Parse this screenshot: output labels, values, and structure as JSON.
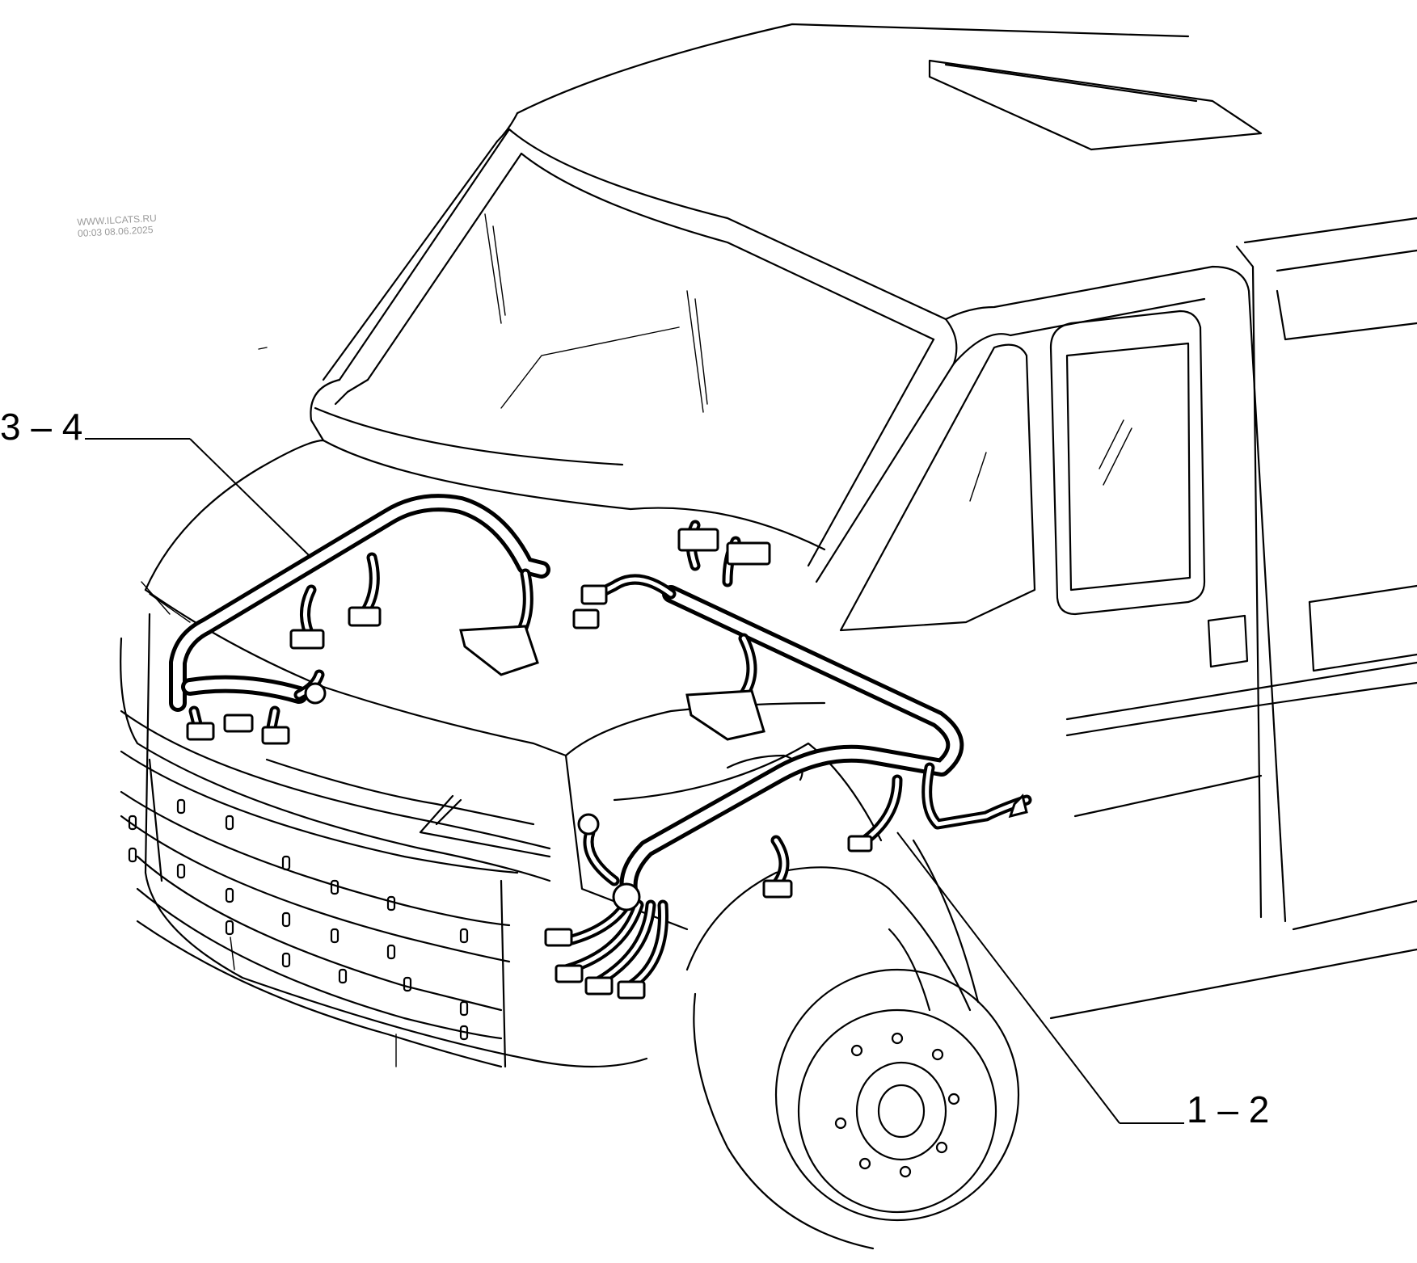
{
  "watermark": {
    "site": "WWW.ILCATS.RU",
    "timestamp": "00:03 08.06.2025"
  },
  "callouts": [
    {
      "id": "3-4",
      "text": "3 – 4"
    },
    {
      "id": "1-2",
      "text": "1 – 2"
    }
  ],
  "colors": {
    "line": "#000000",
    "background": "#ffffff",
    "watermark": "#9a9a9a"
  }
}
